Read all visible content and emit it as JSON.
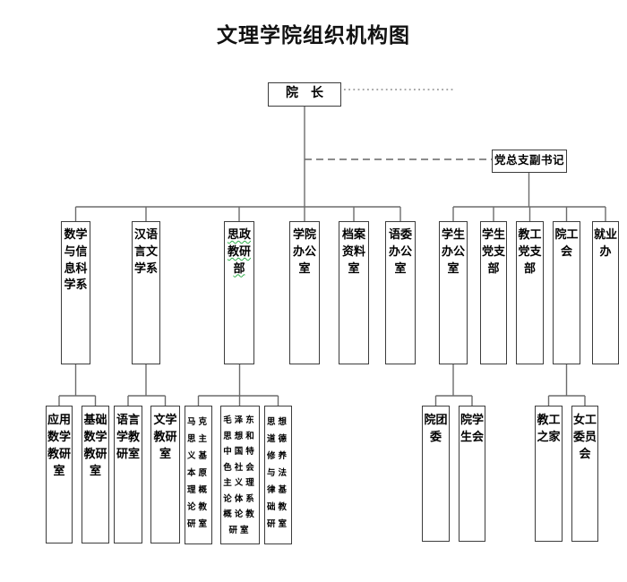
{
  "title": "文理学院组织机构图",
  "colors": {
    "background": "#ffffff",
    "box_border": "#3c3c3c",
    "connector_line": "#6b6b6b",
    "dashed_line": "#666666",
    "dotted_line": "#8a8a8a",
    "text": "#000000",
    "spellcheck_underline": "#2fae4a"
  },
  "chart": {
    "root": {
      "label": "院　长"
    },
    "deputy": {
      "label": "党总支副书记"
    },
    "level2": [
      {
        "label": "数学与信息科学系"
      },
      {
        "label": "汉语言文学系"
      },
      {
        "label": "思政教研部"
      },
      {
        "label": "学院办公室"
      },
      {
        "label": "档案资料室"
      },
      {
        "label": "语委办公室"
      },
      {
        "label": "学生办公室"
      },
      {
        "label": "学生党支部"
      },
      {
        "label": "教工党支部"
      },
      {
        "label": "院工会"
      },
      {
        "label": "就业办"
      }
    ],
    "level3": [
      {
        "label": "应用数学教研室",
        "parent": "数学与信息科学系"
      },
      {
        "label": "基础数学教研室",
        "parent": "数学与信息科学系"
      },
      {
        "label": "语言学教研室",
        "parent": "汉语言文学系"
      },
      {
        "label": "文学教研室",
        "parent": "汉语言文学系"
      },
      {
        "label": "马克思主义基本原理概论教研室",
        "parent": "思政教研部"
      },
      {
        "label": "毛泽东思想和中国特色社会主义理论体系概论教研室",
        "parent": "思政教研部"
      },
      {
        "label": "思想道德修养与法律基础教研室",
        "parent": "思政教研部"
      },
      {
        "label": "院团委",
        "parent": "学生办公室"
      },
      {
        "label": "院学生会",
        "parent": "学生办公室"
      },
      {
        "label": "教工之家",
        "parent": "院工会"
      },
      {
        "label": "女工委员会",
        "parent": "院工会"
      }
    ]
  }
}
